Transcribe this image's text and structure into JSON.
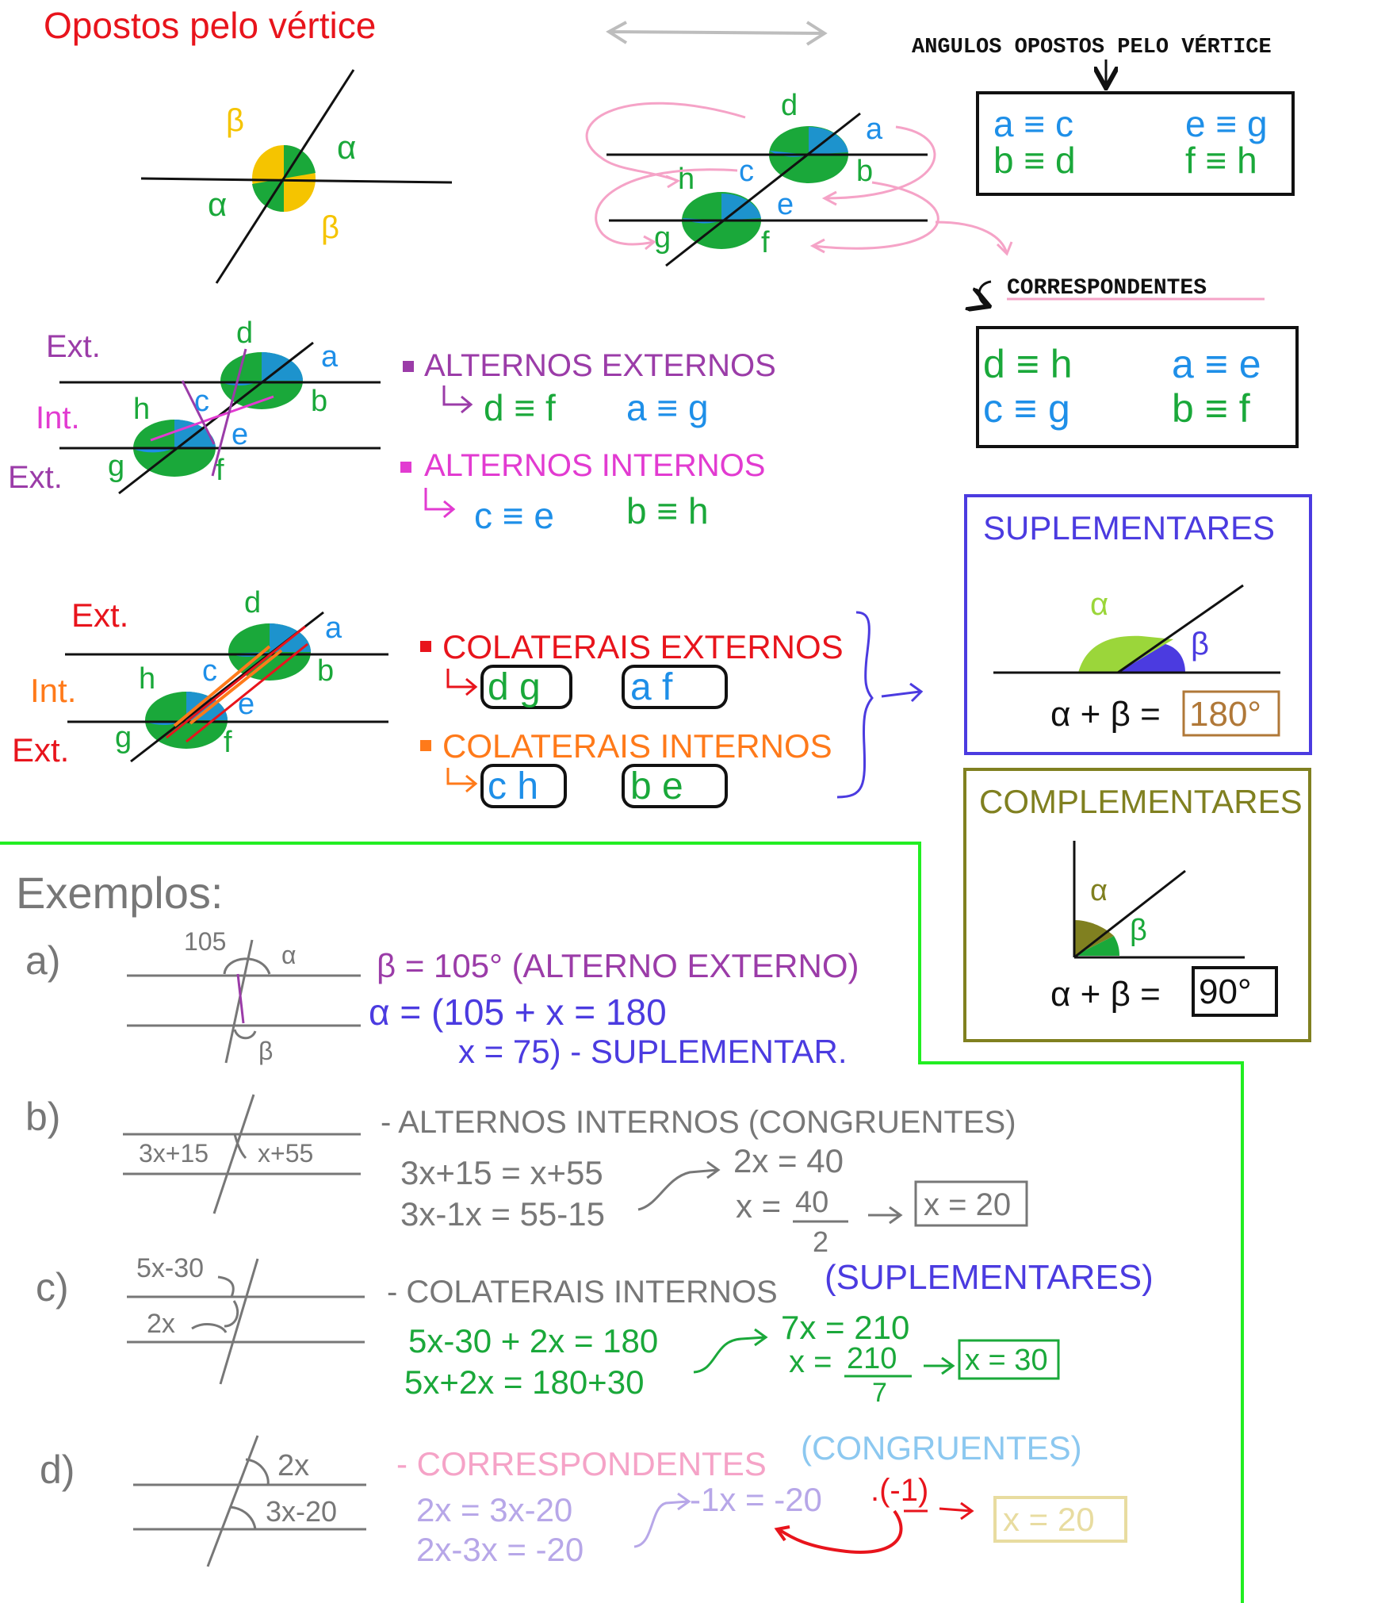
{
  "colors": {
    "red": "#e8141c",
    "yellow": "#f5c400",
    "green": "#1aa83a",
    "blue": "#1e8fe8",
    "pink": "#f5a3c7",
    "purple": "#9b3ca8",
    "magenta": "#e23bd1",
    "orange": "#ff7a1a",
    "indigo": "#4b3be0",
    "olive": "#808020",
    "lime": "#9bd63a",
    "gray": "#777777",
    "black": "#111111",
    "brown": "#b07838",
    "lightgreen": "#22ee22",
    "lightpurple": "#b7a7e8",
    "lightblue": "#8cc8f0",
    "cream": "#e8dca0"
  },
  "title": "Opostos pelo vértice",
  "opostos": {
    "alpha": "α",
    "beta": "β"
  },
  "angle_letters": {
    "a": "a",
    "b": "b",
    "c": "c",
    "d": "d",
    "e": "e",
    "f": "f",
    "g": "g",
    "h": "h"
  },
  "box_opostos": {
    "title": "ANGULOS OPOSTOS PELO VÉRTICE",
    "l1": "a ≡ c",
    "l2": "b ≡ d",
    "r1": "e ≡ g",
    "r2": "f ≡ h"
  },
  "box_corresp": {
    "title": "CORRESPONDENTES",
    "l1": "d ≡ h",
    "l2": "c ≡ g",
    "r1": "a ≡ e",
    "r2": "b ≡ f"
  },
  "labels": {
    "ext": "Ext.",
    "int": "Int."
  },
  "alternos": {
    "ext_title": "ALTERNOS EXTERNOS",
    "ext_l": "d ≡ f",
    "ext_r": "a ≡ g",
    "int_title": "ALTERNOS INTERNOS",
    "int_l": "c ≡ e",
    "int_r": "b ≡ h"
  },
  "colaterais": {
    "ext_title": "COLATERAIS EXTERNOS",
    "ext_l": "d  g",
    "ext_r": "a  f",
    "int_title": "COLATERAIS INTERNOS",
    "int_l": "c  h",
    "int_r": "b  e"
  },
  "suplementares": {
    "title": "SUPLEMENTARES",
    "alpha": "α",
    "beta": "β",
    "eq": "α + β =",
    "value": "180°"
  },
  "complementares": {
    "title": "COMPLEMENTARES",
    "alpha": "α",
    "beta": "β",
    "eq": "α + β =",
    "value": "90°"
  },
  "exemplos": {
    "title": "Exemplos:",
    "a": {
      "label": "a)",
      "angle_top": "105",
      "alpha": "α",
      "beta": "β",
      "line1": "β = 105° (ALTERNO EXTERNO)",
      "line2": "α = (105 + x = 180",
      "line3": "x = 75) - SUPLEMENTAR."
    },
    "b": {
      "label": "b)",
      "left_angle": "3x+15",
      "right_angle": "x+55",
      "title": "- ALTERNOS INTERNOS (CONGRUENTES)",
      "eq1": "3x+15 = x+55",
      "eq2": "3x-1x = 55-15",
      "eq3": "2x = 40",
      "eq4": "x =",
      "frac_num": "40",
      "frac_den": "2",
      "answer": "x = 20"
    },
    "c": {
      "label": "c)",
      "top_angle": "5x-30",
      "bottom_angle": "2x",
      "title": "- COLATERAIS INTERNOS",
      "title_paren": "(SUPLEMENTARES)",
      "eq1": "5x-30 + 2x = 180",
      "eq2": "5x+2x = 180+30",
      "eq3": "7x = 210",
      "eq4": "x =",
      "frac_num": "210",
      "frac_den": "7",
      "answer": "x = 30"
    },
    "d": {
      "label": "d)",
      "top_angle": "2x",
      "bottom_angle": "3x-20",
      "title": "- CORRESPONDENTES",
      "title_paren": "(CONGRUENTES)",
      "eq1": "2x = 3x-20",
      "eq2": "2x-3x = -20",
      "eq3": "-1x = -20",
      "mult": ".(-1)",
      "answer": "x = 20"
    }
  }
}
